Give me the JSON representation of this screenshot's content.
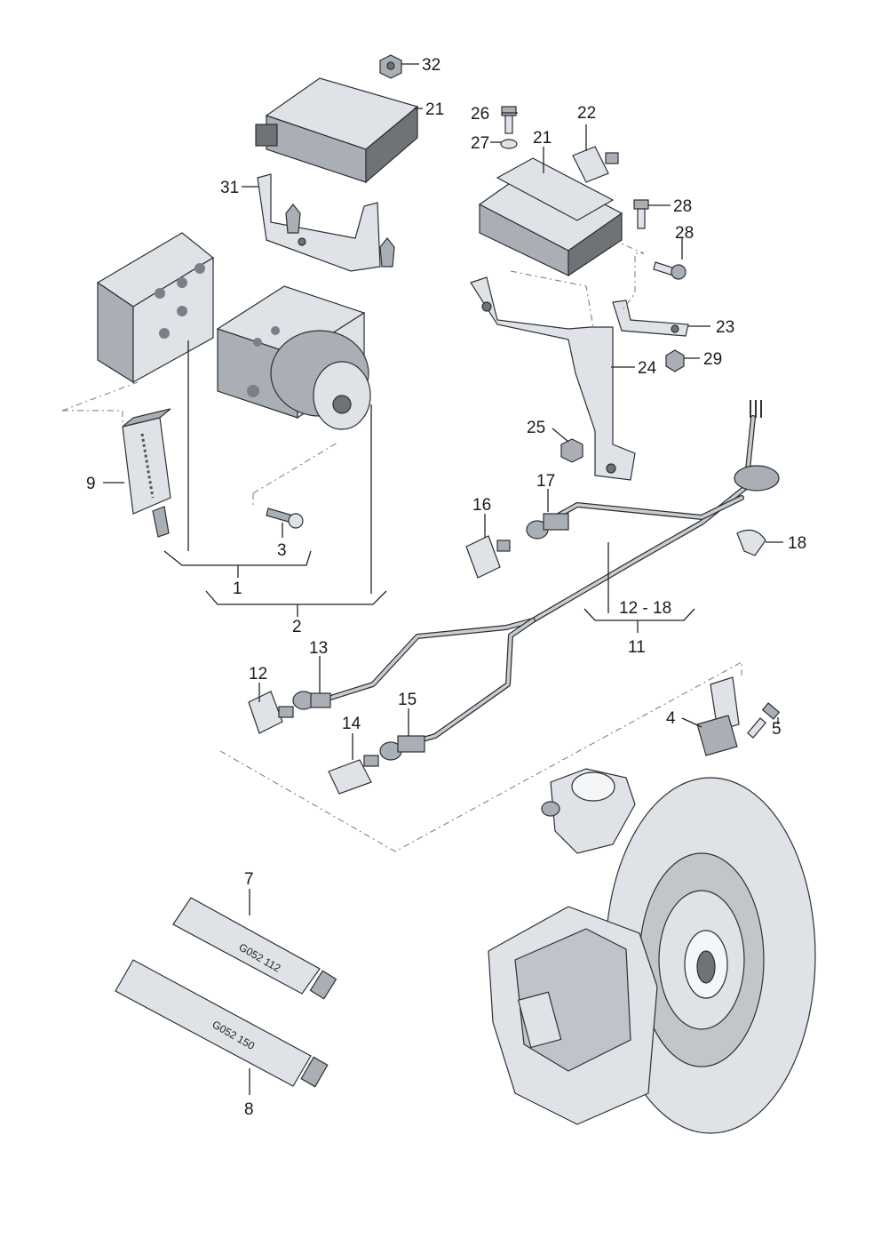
{
  "callouts": {
    "c1": "1",
    "c2": "2",
    "c3": "3",
    "c4": "4",
    "c5": "5",
    "c7": "7",
    "c8": "8",
    "c9": "9",
    "c11": "11",
    "c12_18": "12 - 18",
    "c12": "12",
    "c13": "13",
    "c14": "14",
    "c15": "15",
    "c16": "16",
    "c17": "17",
    "c18": "18",
    "c21a": "21",
    "c21b": "21",
    "c22": "22",
    "c23": "23",
    "c24": "24",
    "c25": "25",
    "c26": "26",
    "c27": "27",
    "c28a": "28",
    "c28b": "28",
    "c29": "29",
    "c31": "31",
    "c32": "32"
  },
  "tubes": {
    "t7": "G052 112",
    "t8": "G052 150"
  },
  "colors": {
    "part_dark": "#6e7378",
    "part_light": "#dfe3e7",
    "line": "#222222"
  }
}
